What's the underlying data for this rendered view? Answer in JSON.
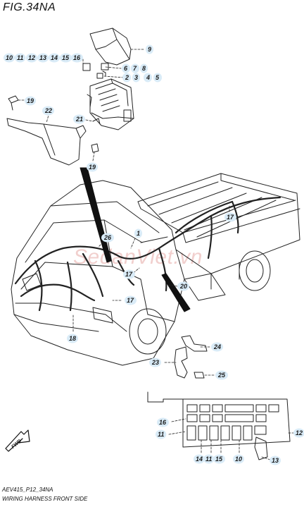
{
  "figure": {
    "title": "FIG.34NA",
    "code": "AEV415_P12_34NA",
    "caption": "WIRING HARNESS FRONT SIDE"
  },
  "watermark": "SedanViet.vn",
  "fwd_label": "FWD",
  "callouts": {
    "c1": "1",
    "c2": "2",
    "c3": "3",
    "c4": "4",
    "c5": "5",
    "c6": "6",
    "c7": "7",
    "c8": "8",
    "c9": "9",
    "c10": "10",
    "c11": "11",
    "c12": "12",
    "c13": "13",
    "c14": "14",
    "c15": "15",
    "c16": "16",
    "c17a": "17",
    "c17b": "17",
    "c17c": "17",
    "c18": "18",
    "c19a": "19",
    "c19b": "19",
    "c20": "20",
    "c21": "21",
    "c22": "22",
    "c23": "23",
    "c24": "24",
    "c25": "25",
    "c26": "26",
    "b16": "16",
    "b11": "11",
    "b12": "12",
    "b14": "14",
    "b11b": "11",
    "b15": "15",
    "b10": "10",
    "b13": "13"
  }
}
